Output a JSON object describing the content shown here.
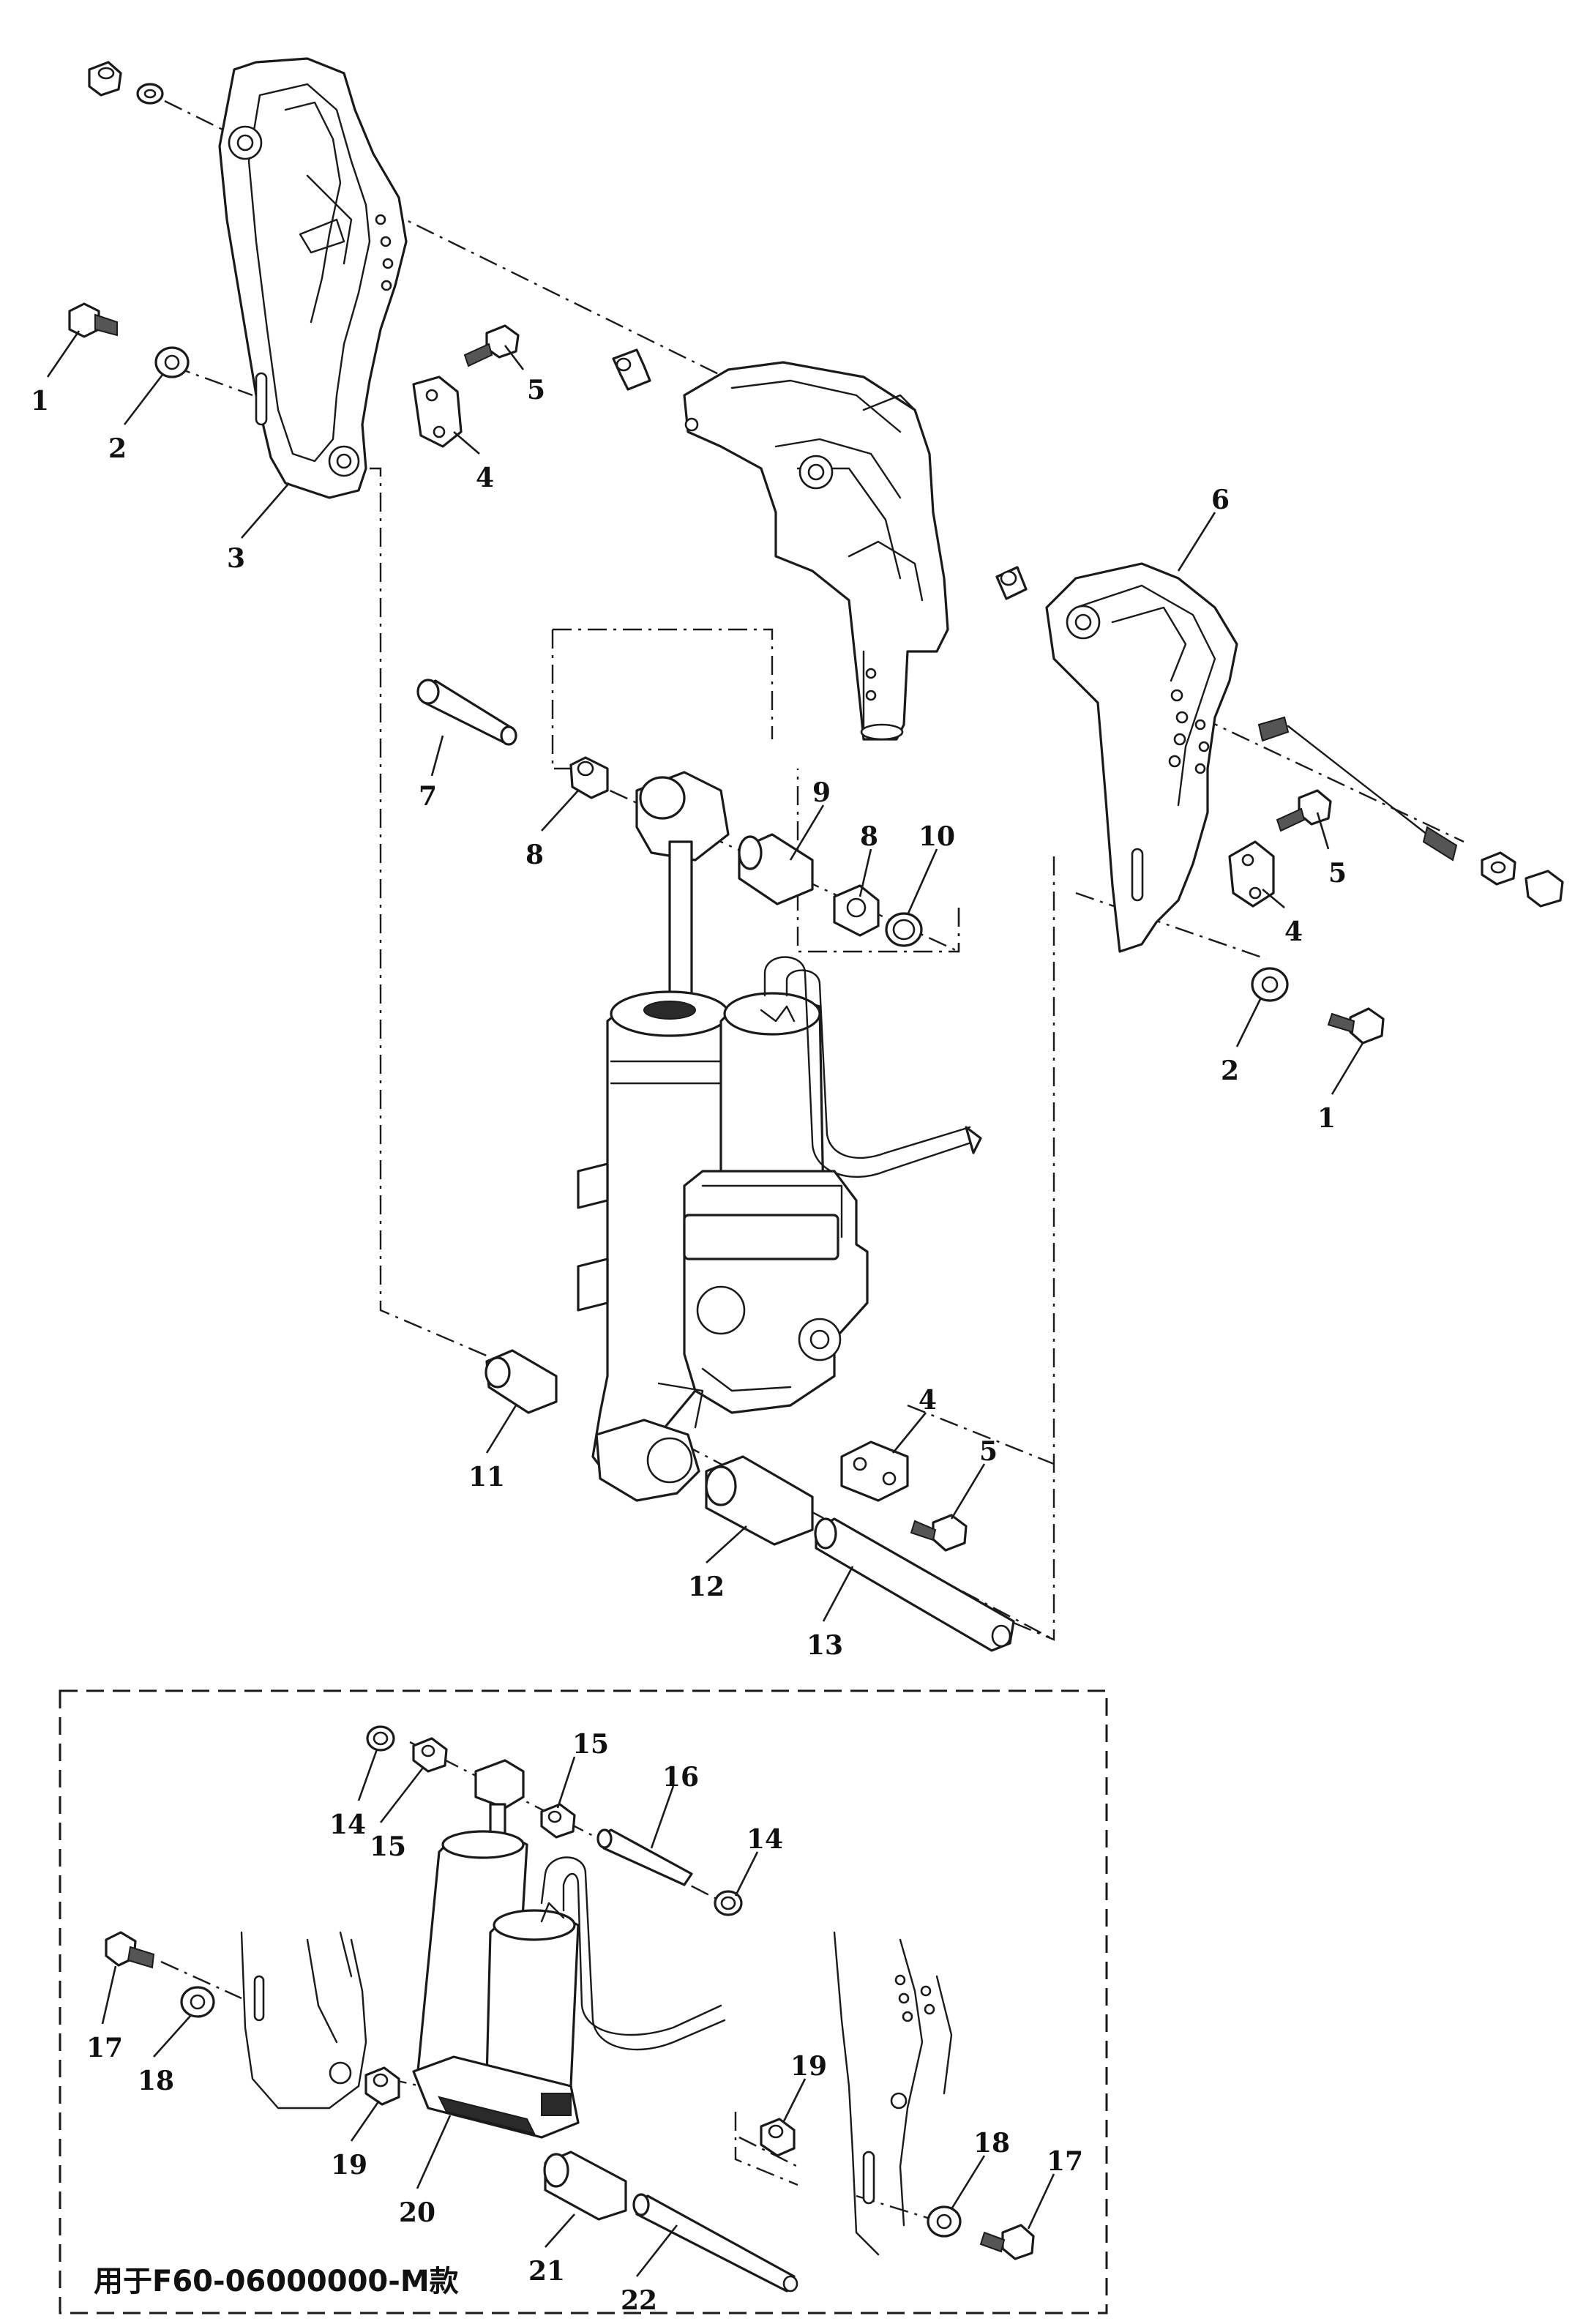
{
  "callouts": {
    "c1a": "1",
    "c2a": "2",
    "c3": "3",
    "c4a": "4",
    "c5a": "5",
    "c6": "6",
    "c5b": "5",
    "c4b": "4",
    "c2b": "2",
    "c1b": "1",
    "c7": "7",
    "c8a": "8",
    "c9": "9",
    "c8b": "8",
    "c10": "10",
    "c11": "11",
    "c4c": "4",
    "c5c": "5",
    "c12": "12",
    "c13": "13",
    "c14a": "14",
    "c15a": "15",
    "c15b": "15",
    "c16": "16",
    "c14b": "14",
    "c17a": "17",
    "c18a": "18",
    "c19a": "19",
    "c20": "20",
    "c19b": "19",
    "c18b": "18",
    "c17b": "17",
    "c21": "21",
    "c22": "22"
  },
  "variant_note": "用于F60-06000000-M款"
}
